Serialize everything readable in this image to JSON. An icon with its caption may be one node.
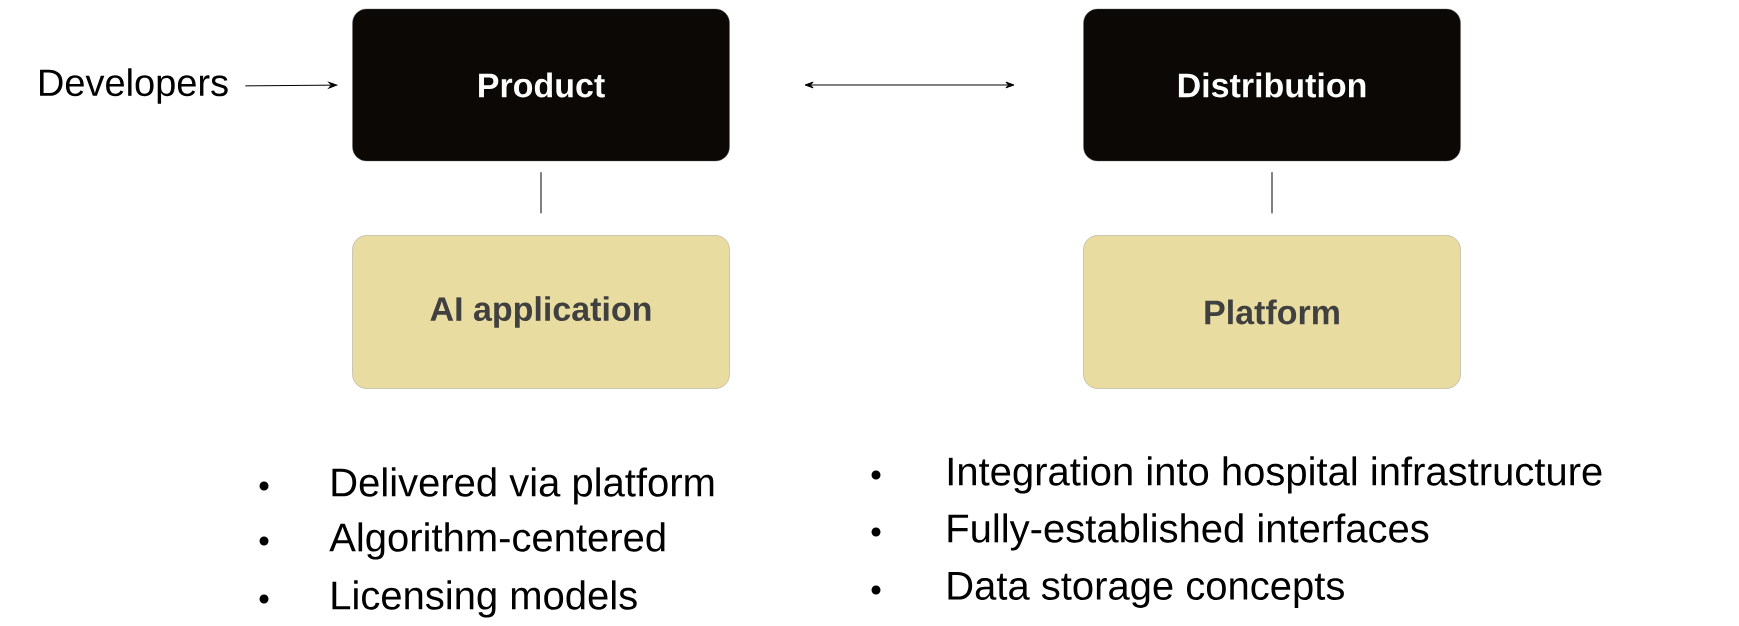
{
  "diagram": {
    "nodes": [
      {
        "text": [
          "Developers"
        ]
      },
      {
        "text": [
          "Product"
        ]
      },
      {
        "text": [
          "Distribution"
        ]
      },
      {
        "text": [
          "AI application"
        ]
      },
      {
        "text": [
          "Platform"
        ]
      }
    ],
    "edges": [
      {
        "from": 0,
        "to": 1,
        "arrow": "to"
      },
      {
        "from": 1,
        "to": 2,
        "arrow": "both"
      },
      {
        "from": 1,
        "to": 3,
        "arrow": "none"
      },
      {
        "from": 2,
        "to": 4,
        "arrow": "none"
      }
    ],
    "labels": [
      "Delivered via platform",
      "Algorithm-centered",
      "Licensing models",
      "Integration into hospital infrastructure",
      "Fully-established interfaces",
      "Data storage concepts"
    ]
  }
}
